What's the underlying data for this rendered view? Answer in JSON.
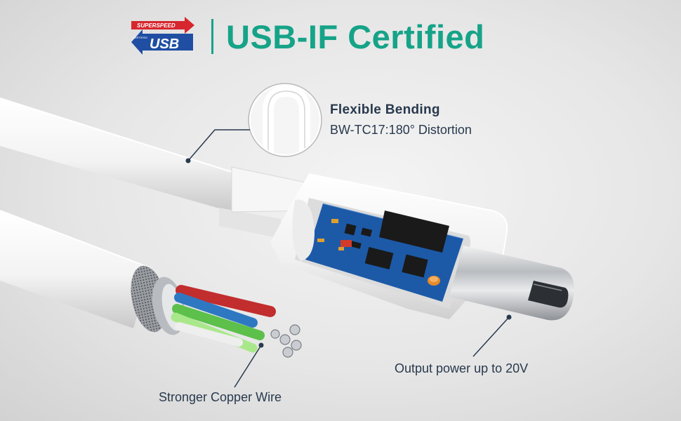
{
  "logo": {
    "superspeed": "SUPERSPEED",
    "usb": "USB",
    "certified": "CERTIFIED",
    "colors": {
      "red": "#d7262e",
      "blue": "#1f4ea3"
    }
  },
  "header": {
    "title": "USB-IF Certified",
    "color": "#16a388"
  },
  "callouts": {
    "flexible_title": "Flexible Bending",
    "flexible_sub": "BW-TC17:180° Distortion",
    "output": "Output power up to 20V",
    "copper": "Stronger Copper Wire"
  },
  "colors": {
    "text": "#28394d",
    "leader": "#28394d"
  }
}
